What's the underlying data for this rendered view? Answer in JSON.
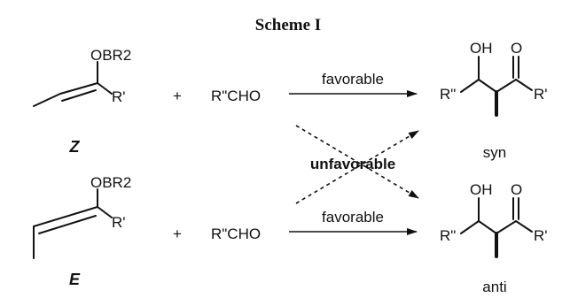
{
  "scheme": {
    "title": "Scheme I",
    "z_enolate": {
      "substituent": "OBR2",
      "r_group": "R'",
      "label": "Z"
    },
    "e_enolate": {
      "substituent": "OBR2",
      "r_group": "R'",
      "label": "E"
    },
    "plus": "+",
    "aldehyde": "R\"CHO",
    "arrow_top_label": "favorable",
    "arrow_bottom_label": "favorable",
    "cross_label": "unfavorable",
    "syn_product": {
      "oh": "OH",
      "o": "O",
      "left_r": "R\"",
      "right_r": "R'",
      "label": "syn"
    },
    "anti_product": {
      "oh": "OH",
      "o": "O",
      "left_r": "R\"",
      "right_r": "R'",
      "label": "anti"
    }
  }
}
